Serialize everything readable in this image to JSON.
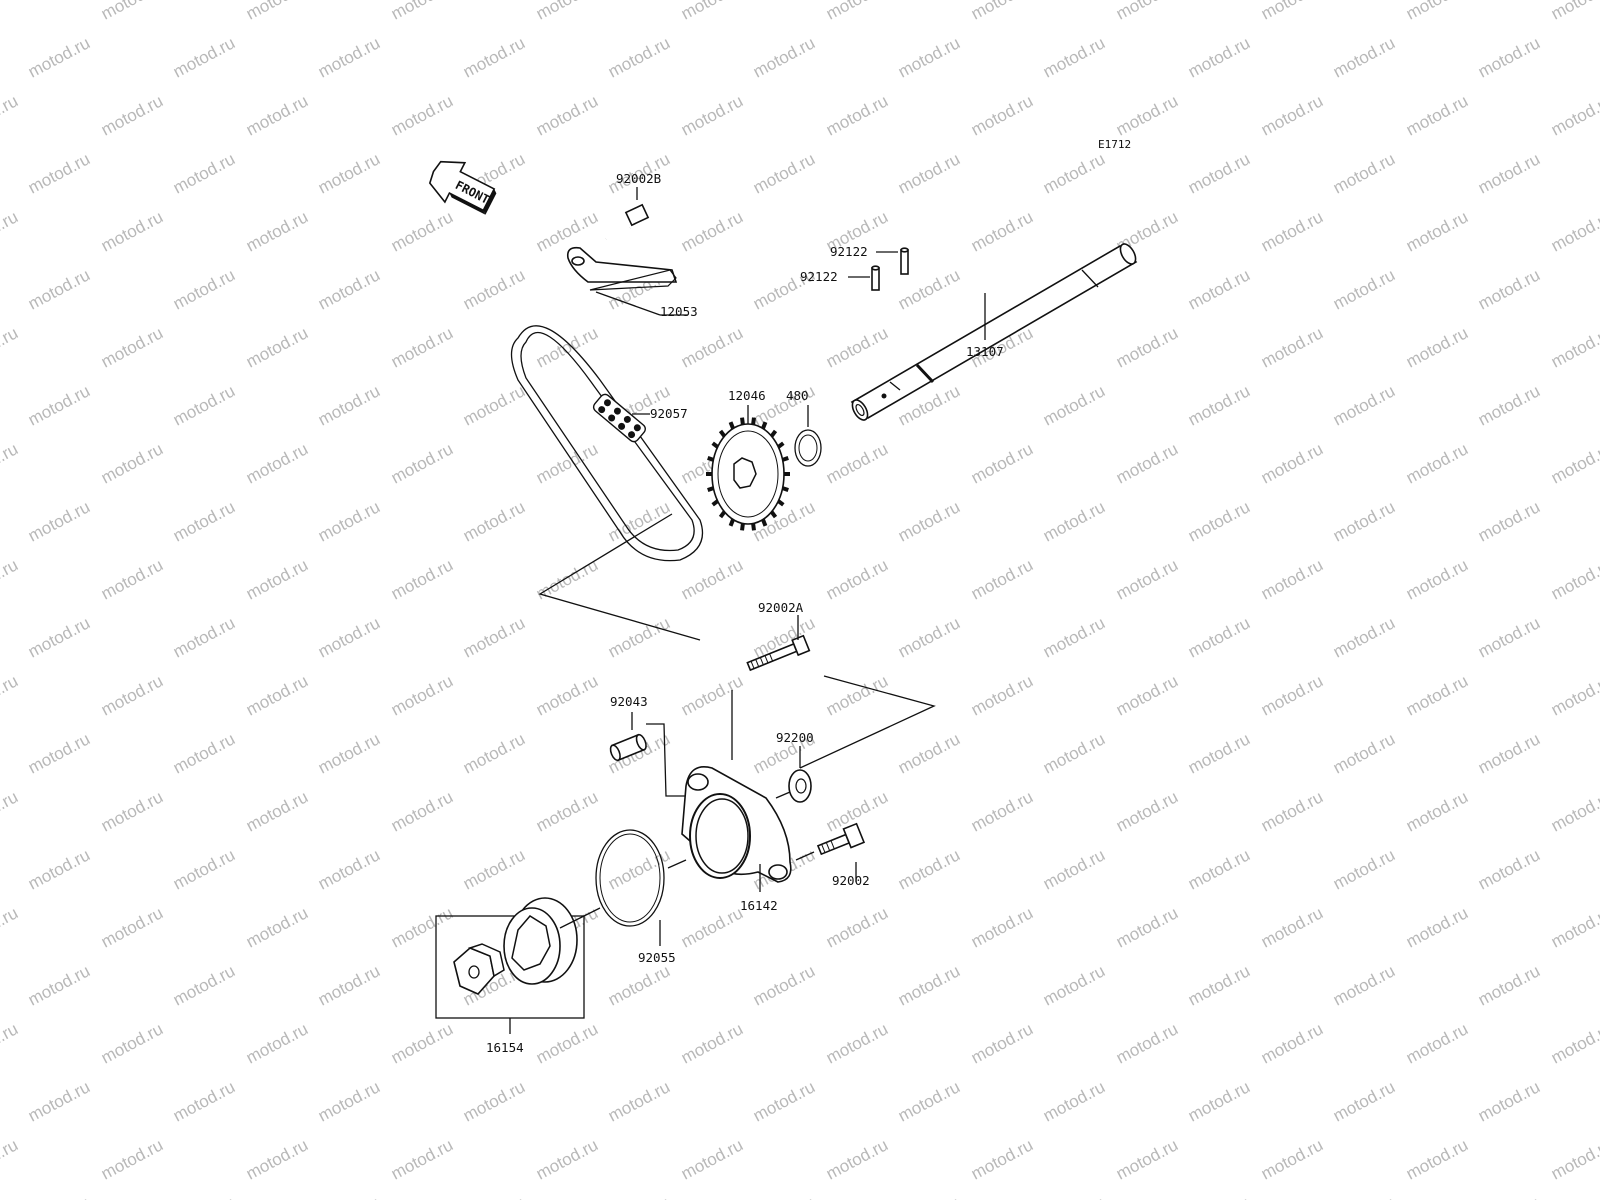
{
  "watermark_text": "motod.ru",
  "diagram_code": "E1712",
  "front_label": "FRONT",
  "parts": {
    "bolt_b": "92002B",
    "chain_guide": "12053",
    "chain": "92057",
    "sprocket": "12046",
    "circlip": "480",
    "pin_upper": "92122",
    "pin_lower": "92122",
    "shaft": "13107",
    "bolt_a": "92002A",
    "dowel": "92043",
    "washer": "92200",
    "pump_housing": "16142",
    "bolt": "92002",
    "o_ring": "92055",
    "rotor_set": "16154"
  }
}
